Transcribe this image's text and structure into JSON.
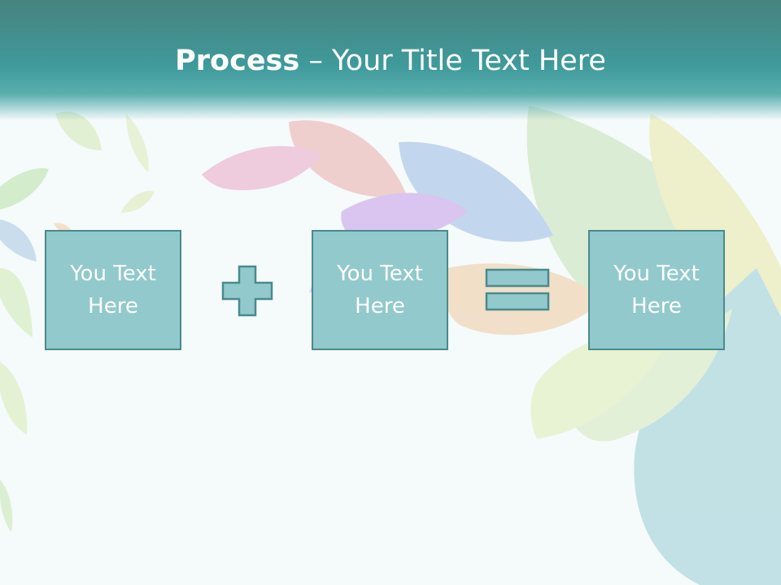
{
  "slide": {
    "title": {
      "bold_part": "Process",
      "rest": " – Your Title Text Here"
    },
    "boxes": [
      {
        "label": "You Text Here"
      },
      {
        "label": "You Text Here"
      },
      {
        "label": "You Text Here"
      }
    ],
    "operators": [
      "plus-icon",
      "equals-icon"
    ],
    "colors": {
      "header": "#3f9a9b",
      "box_fill": "#92c9cc",
      "box_border": "#4a8a8d",
      "background": "#f5fafb"
    }
  }
}
